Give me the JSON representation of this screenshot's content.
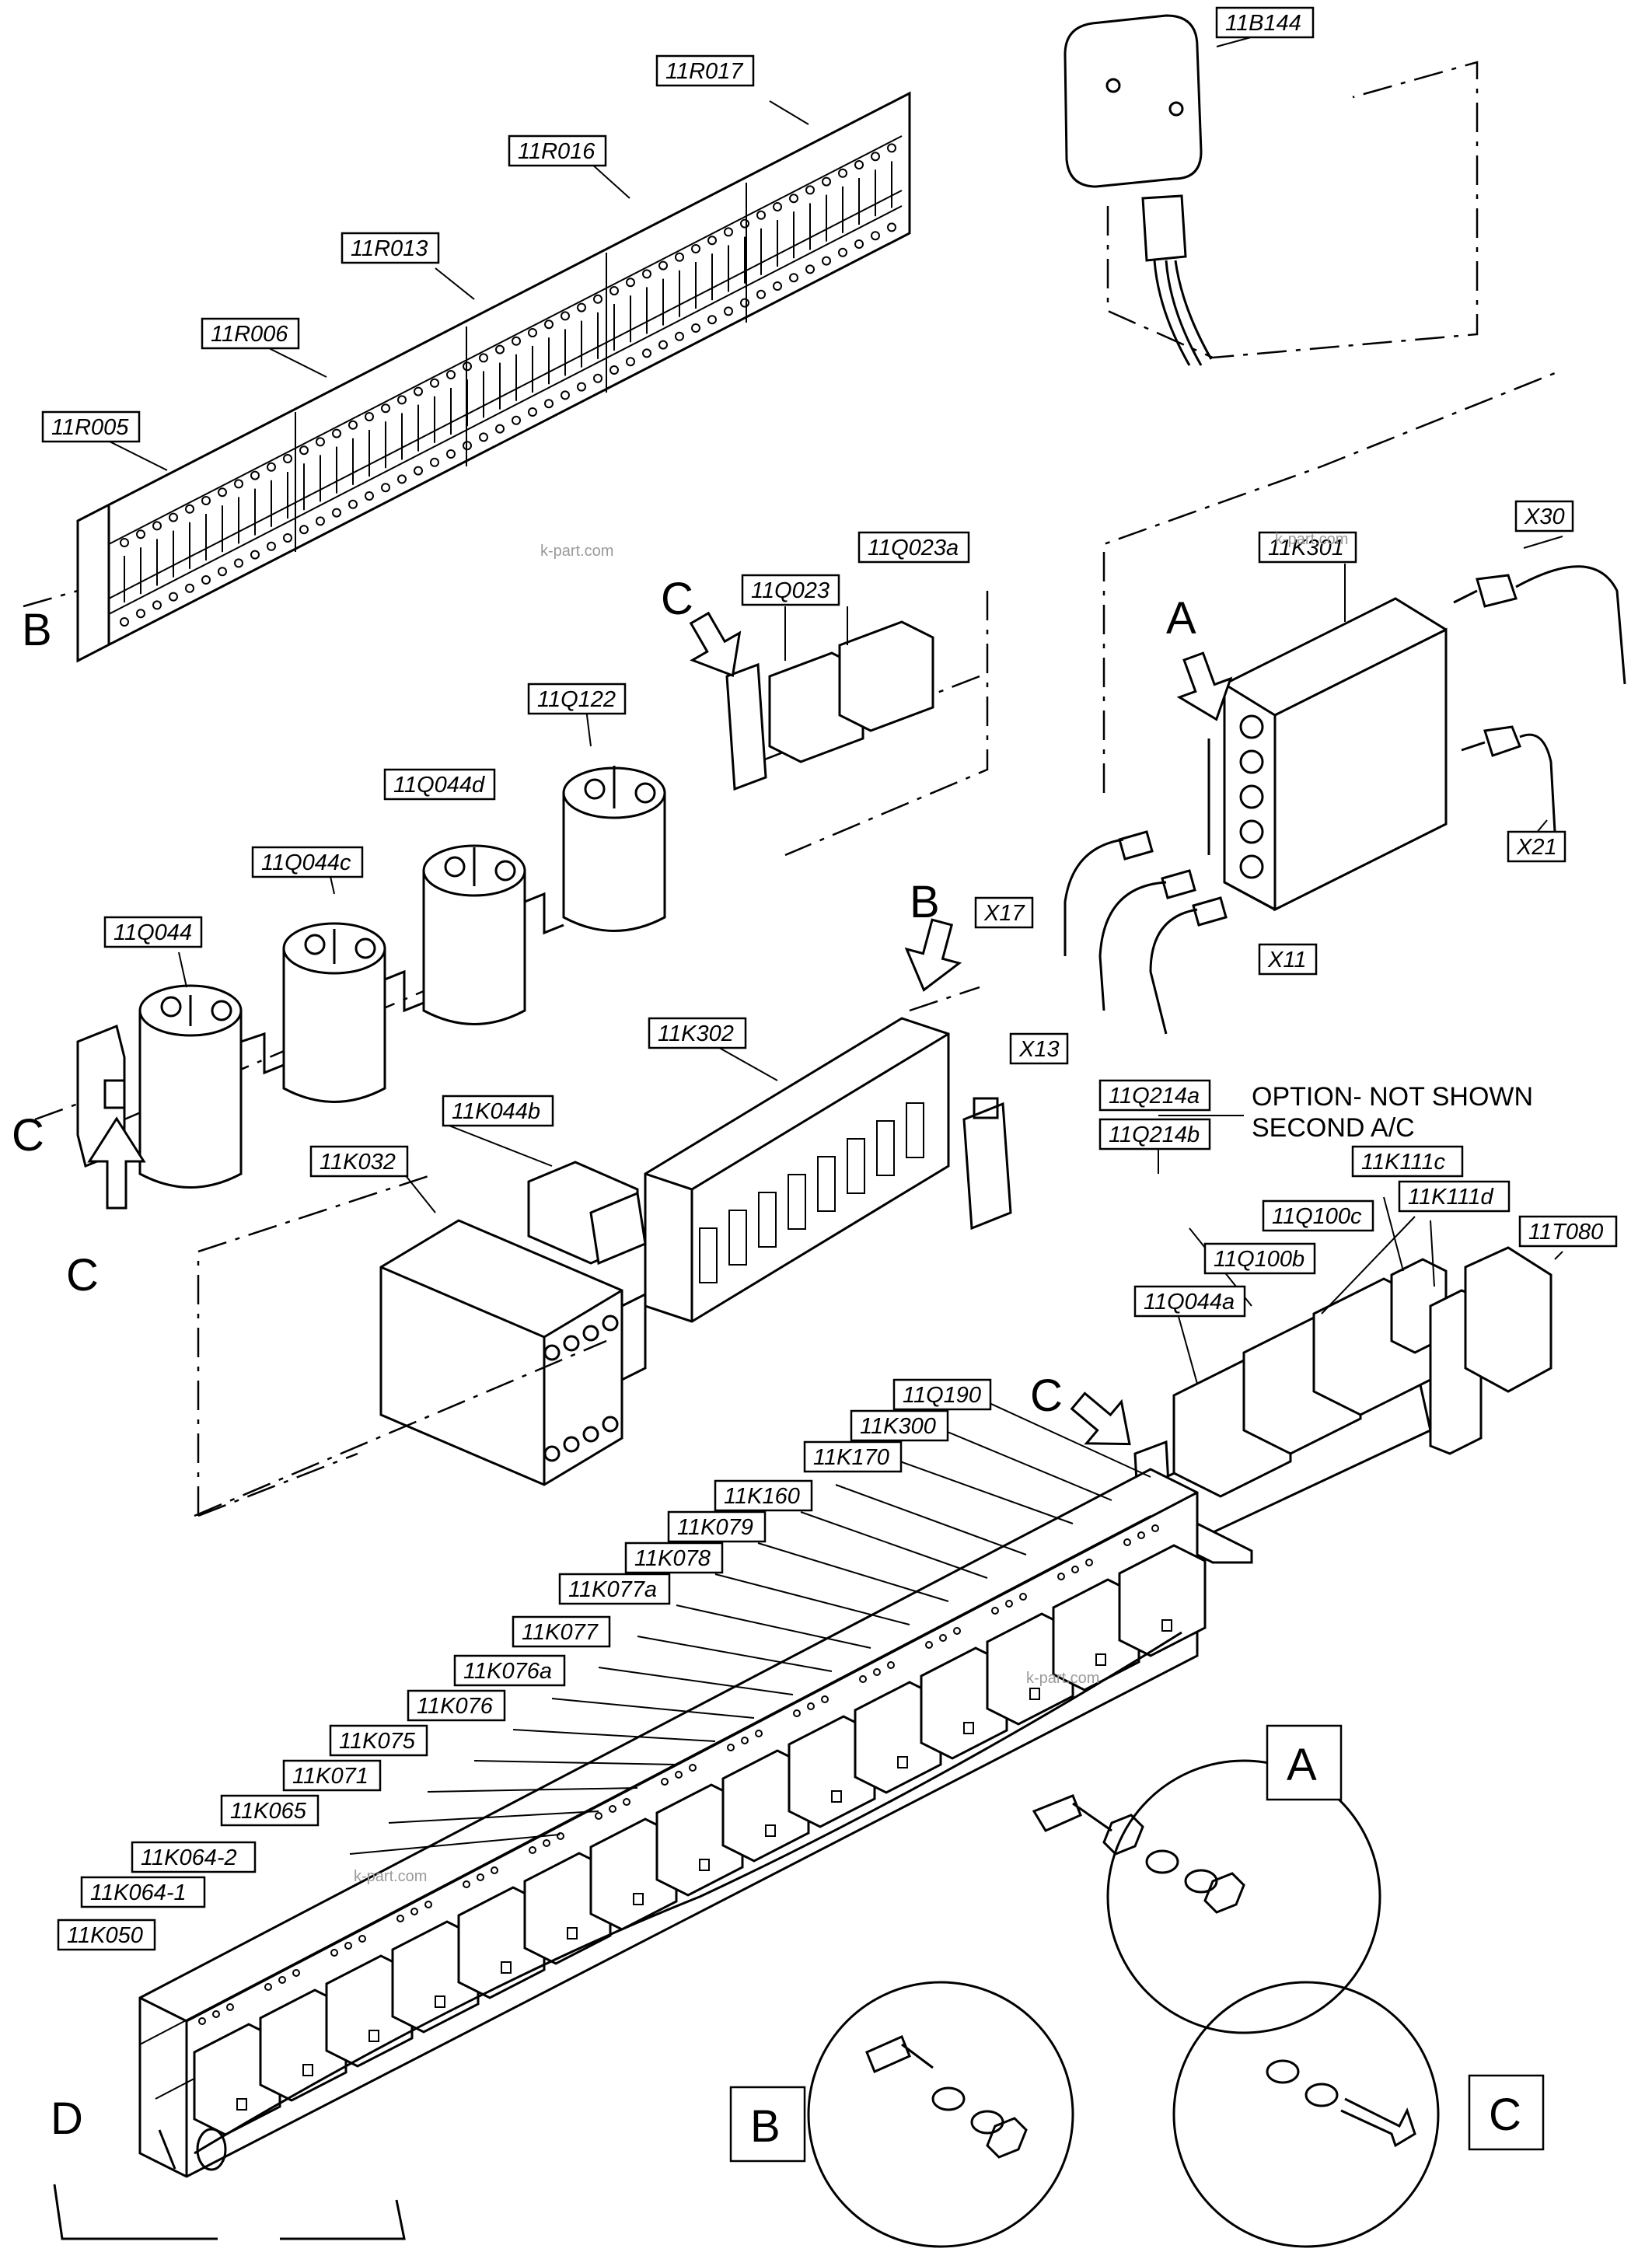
{
  "labels": {
    "r005": "11R005",
    "r006": "11R006",
    "r013": "11R013",
    "r016": "11R016",
    "r017": "11R017",
    "b144": "11B144",
    "k301": "11K301",
    "x30": "X30",
    "x21": "X21",
    "x17": "X17",
    "x11": "X11",
    "x13": "X13",
    "q023": "11Q023",
    "q023a": "11Q023a",
    "q122": "11Q122",
    "q044d": "11Q044d",
    "q044c": "11Q044c",
    "q044": "11Q044",
    "k302": "11K302",
    "k044b": "11K044b",
    "k032": "11K032",
    "q214a": "11Q214a",
    "q214b": "11Q214b",
    "k111c": "11K111c",
    "k111d": "11K111d",
    "t080": "11T080",
    "q100c": "11Q100c",
    "q100b": "11Q100b",
    "q044a": "11Q044a",
    "q190": "11Q190",
    "k300": "11K300",
    "k170": "11K170",
    "k160": "11K160",
    "k079": "11K079",
    "k078": "11K078",
    "k077a": "11K077a",
    "k077": "11K077",
    "k076a": "11K076a",
    "k076": "11K076",
    "k075": "11K075",
    "k071": "11K071",
    "k065": "11K065",
    "k064_2": "11K064-2",
    "k064_1": "11K064-1",
    "k050": "11K050"
  },
  "option_note": {
    "line1": "OPTION- NOT SHOWN",
    "line2": "SECOND A/C"
  },
  "letters": {
    "a": "A",
    "b": "B",
    "c": "C",
    "d": "D"
  },
  "detail_views": {
    "a": "A",
    "b": "B",
    "c": "C"
  },
  "watermark": "k-part.com"
}
